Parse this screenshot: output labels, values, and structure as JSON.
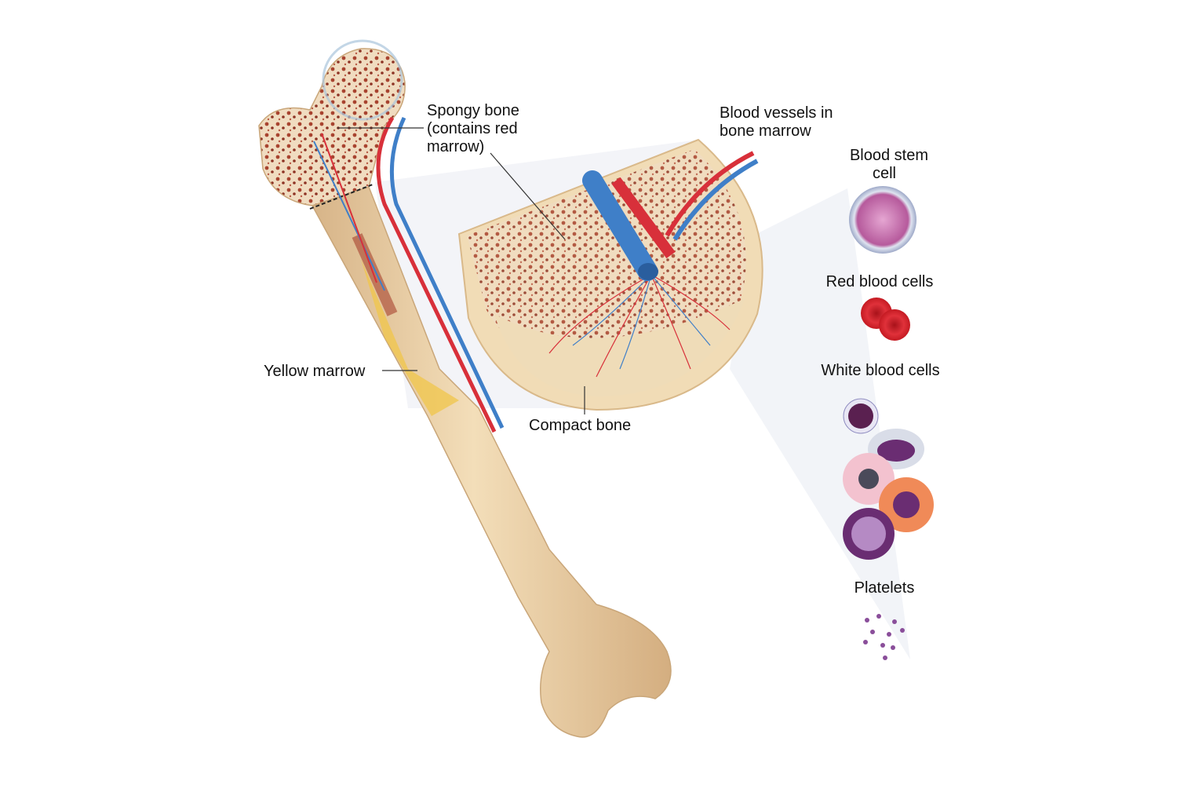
{
  "labels": {
    "spongy_bone": [
      "Spongy bone",
      "(contains red",
      "marrow)"
    ],
    "blood_vessels": [
      "Blood vessels in",
      "bone marrow"
    ],
    "blood_stem_cell": [
      "Blood stem",
      "cell"
    ],
    "red_blood_cells": "Red blood cells",
    "white_blood_cells": "White blood cells",
    "platelets": "Platelets",
    "yellow_marrow": "Yellow marrow",
    "compact_bone": "Compact bone"
  },
  "colors": {
    "bone": "#ecd3aa",
    "bone_dark": "#d9b98a",
    "marrow_red": "#a8432f",
    "artery": "#d8303a",
    "vein": "#3f7fc8",
    "yellow_marrow": "#f0c64a",
    "stem_cell": "#c66aa8",
    "rbc": "#d8232a",
    "wbc": "#6a2d72",
    "platelet": "#8a4e9a"
  }
}
